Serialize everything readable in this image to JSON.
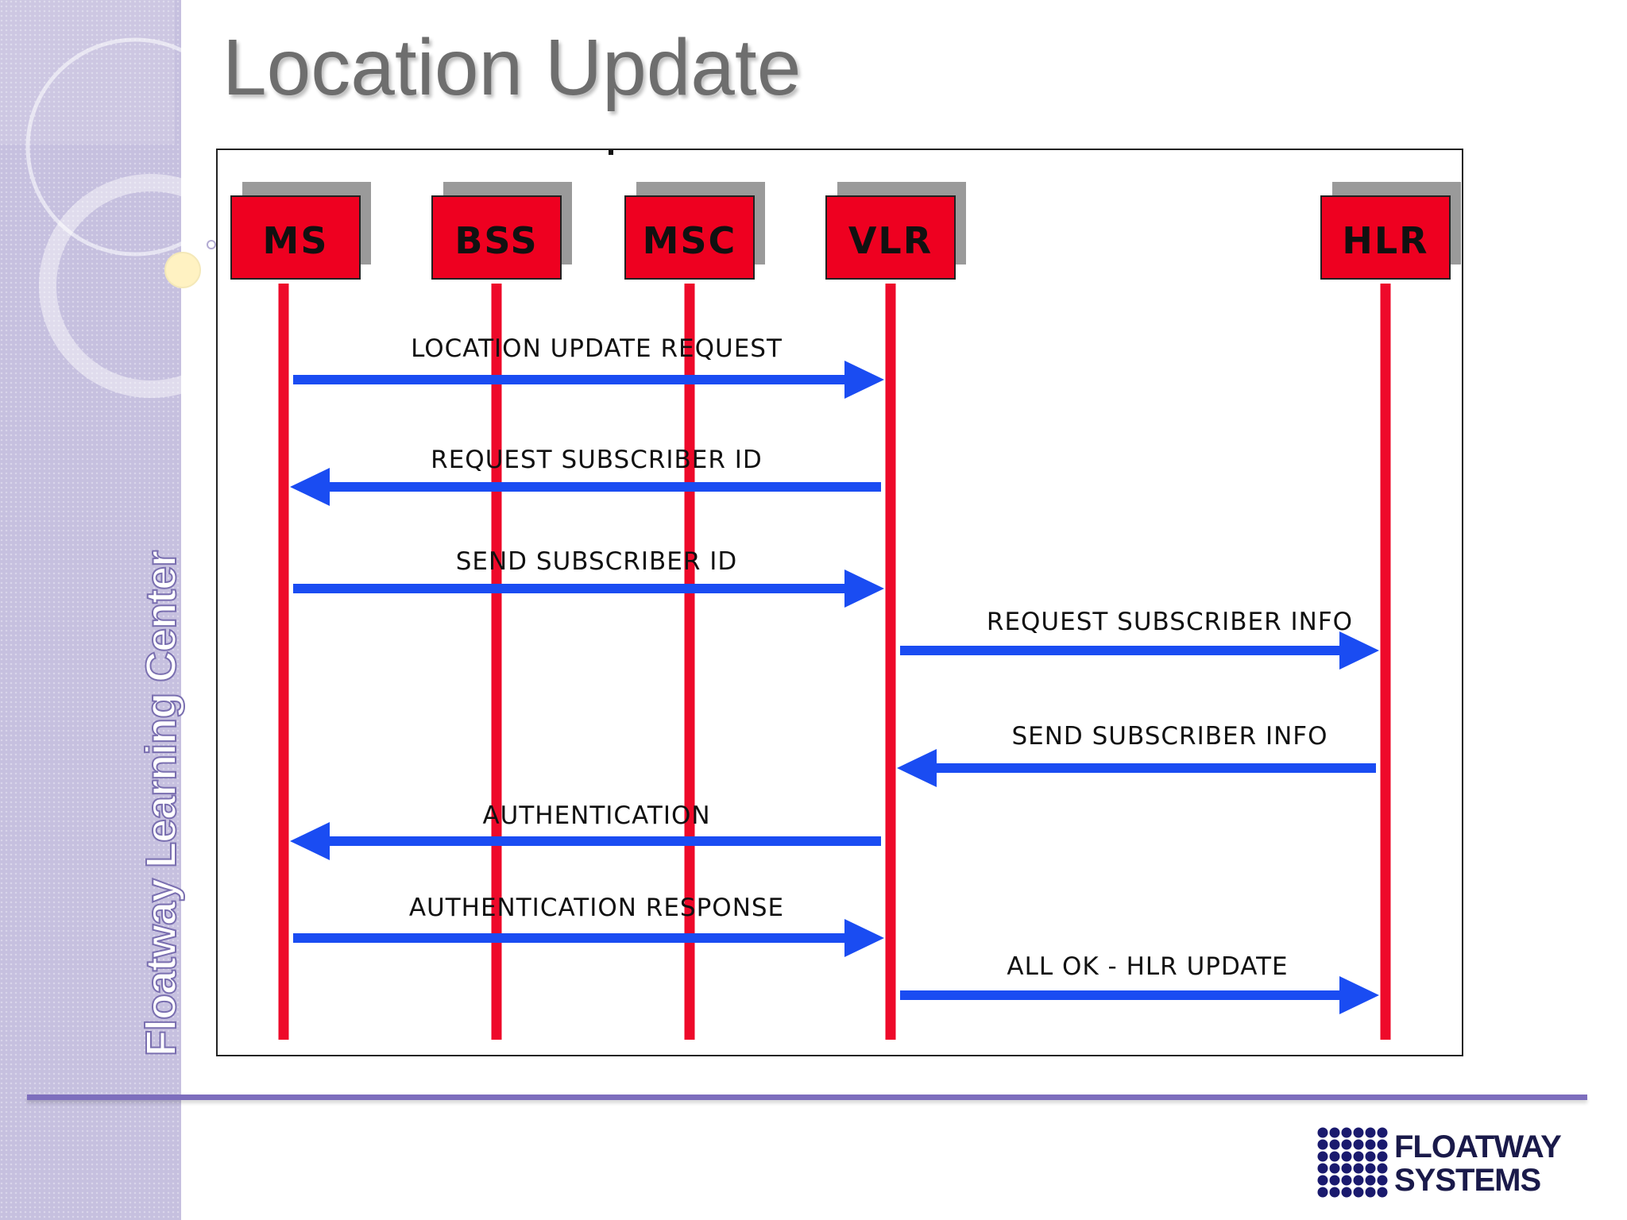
{
  "slide": {
    "title": "Location Update",
    "side_label": "Floatway Learning Center"
  },
  "diagram": {
    "entities": [
      {
        "id": "ms",
        "label": "MS"
      },
      {
        "id": "bss",
        "label": "BSS"
      },
      {
        "id": "msc",
        "label": "MSC"
      },
      {
        "id": "vlr",
        "label": "VLR"
      },
      {
        "id": "hlr",
        "label": "HLR"
      }
    ],
    "messages": [
      {
        "label": "LOCATION UPDATE REQUEST",
        "from": "ms",
        "to": "vlr"
      },
      {
        "label": "REQUEST SUBSCRIBER ID",
        "from": "vlr",
        "to": "ms"
      },
      {
        "label": "SEND SUBSCRIBER ID",
        "from": "ms",
        "to": "vlr"
      },
      {
        "label": "REQUEST SUBSCRIBER INFO",
        "from": "vlr",
        "to": "hlr"
      },
      {
        "label": "SEND SUBSCRIBER INFO",
        "from": "hlr",
        "to": "vlr"
      },
      {
        "label": "AUTHENTICATION",
        "from": "vlr",
        "to": "ms"
      },
      {
        "label": "AUTHENTICATION RESPONSE",
        "from": "ms",
        "to": "vlr"
      },
      {
        "label": "ALL OK - HLR UPDATE",
        "from": "vlr",
        "to": "hlr"
      }
    ],
    "colors": {
      "entity_fill": "#ee0020",
      "lifeline": "#ee0a2a",
      "arrow": "#1a4cf2",
      "shadow": "#9a9a9a"
    }
  },
  "logo": {
    "line1": "FLOATWAY",
    "line2": "SYSTEMS",
    "color": "#1a1a6e"
  }
}
